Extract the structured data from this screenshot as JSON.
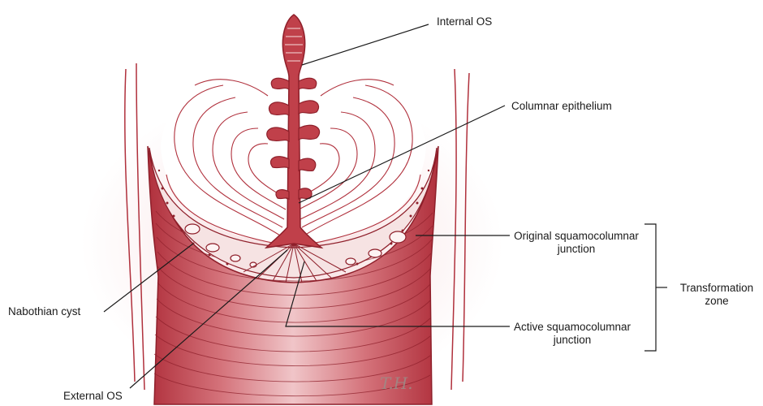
{
  "figure": {
    "labels": {
      "internal_os": "Internal OS",
      "columnar_epithelium": "Columnar epithelium",
      "original_scj_line1": "Original squamocolumnar",
      "original_scj_line2": "junction",
      "transformation_line1": "Transformation",
      "transformation_line2": "zone",
      "active_scj_line1": "Active squamocolumnar",
      "active_scj_line2": "junction",
      "nabothian_cyst": "Nabothian cyst",
      "external_os": "External OS"
    },
    "signature": "T.H.",
    "colors": {
      "tissue": "#c0404a",
      "tissue_dark": "#8e1f2a",
      "tissue_light": "#f3c9cb",
      "line": "#1a1a1a"
    }
  }
}
